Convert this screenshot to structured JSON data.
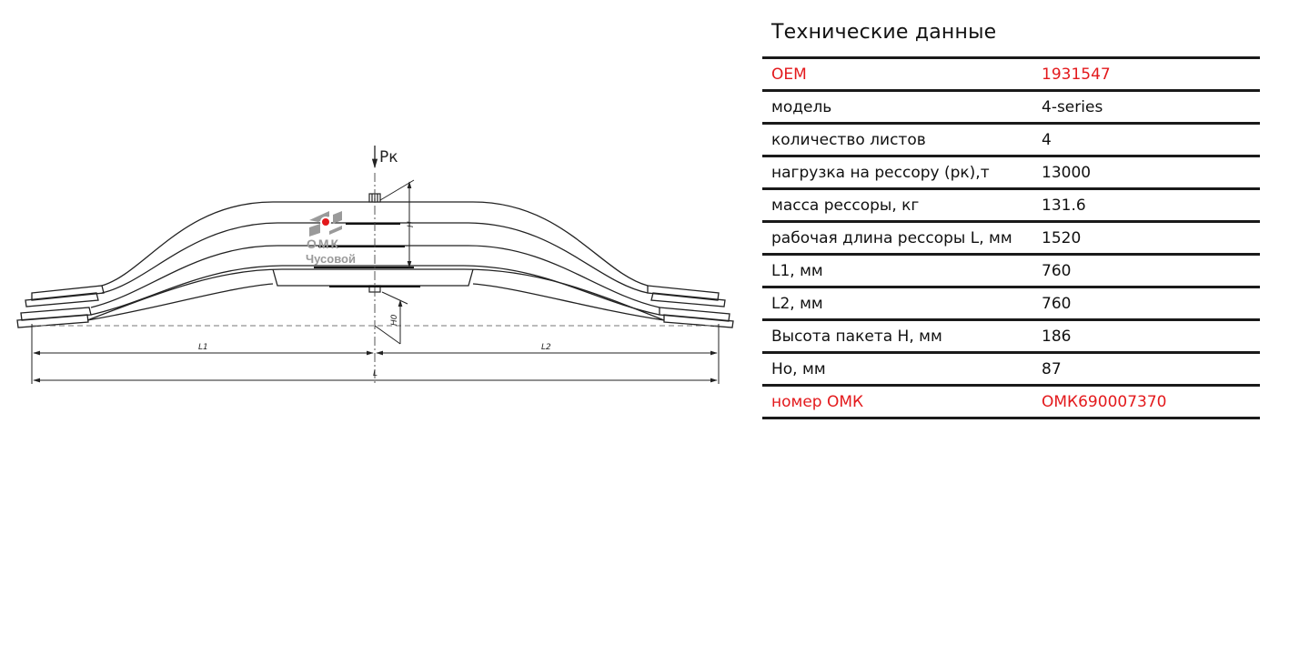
{
  "drawing": {
    "load_label": "Рк",
    "dim_h": "H",
    "dim_h0": "H0",
    "dim_l1": "L1",
    "dim_l2": "L2",
    "dim_l": "L",
    "logo": {
      "name": "ОМК",
      "city": "Чусовой",
      "accent_color": "#e3191c"
    }
  },
  "specs": {
    "title": "Технические данные",
    "accent_color": "#e3191c",
    "rows": [
      {
        "name": "OEM",
        "value": "1931547",
        "accent": true
      },
      {
        "name": "модель",
        "value": "4-series",
        "accent": false
      },
      {
        "name": "количество листов",
        "value": "4",
        "accent": false
      },
      {
        "name": "нагрузка на рессору (рк),т",
        "value": "13000",
        "accent": false
      },
      {
        "name": "масса рессоры, кг",
        "value": "131.6",
        "accent": false
      },
      {
        "name": "рабочая длина рессоры L, мм",
        "value": "1520",
        "accent": false
      },
      {
        "name": "L1, мм",
        "value": "760",
        "accent": false
      },
      {
        "name": "L2, мм",
        "value": "760",
        "accent": false
      },
      {
        "name": "Высота пакета H, мм",
        "value": "186",
        "accent": false
      },
      {
        "name": "Ho, мм",
        "value": "87",
        "accent": false
      },
      {
        "name": "номер ОМК",
        "value": "ОМК690007370",
        "accent": true
      }
    ]
  }
}
